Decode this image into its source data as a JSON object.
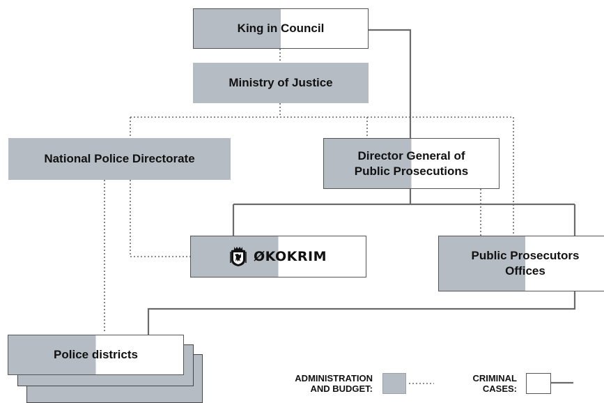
{
  "colors": {
    "admin_gray": "#b5bcc4",
    "line": "#666666",
    "border": "#555555"
  },
  "nodes": {
    "king": "King in Council",
    "ministry": "Ministry of Justice",
    "police_directorate": "National Police Directorate",
    "dgpp_line1": "Director General of",
    "dgpp_line2": "Public Prosecutions",
    "okokrim": "ØKOKRIM",
    "okokrim_emblem": "norway-coat-of-arms-icon",
    "ppo_line1": "Public Prosecutors",
    "ppo_line2": "Offices",
    "police_districts": "Police districts"
  },
  "legend": {
    "admin_line1": "ADMINISTRATION",
    "admin_line2": "AND BUDGET:",
    "criminal_line1": "CRIMINAL",
    "criminal_line2": "CASES:"
  }
}
